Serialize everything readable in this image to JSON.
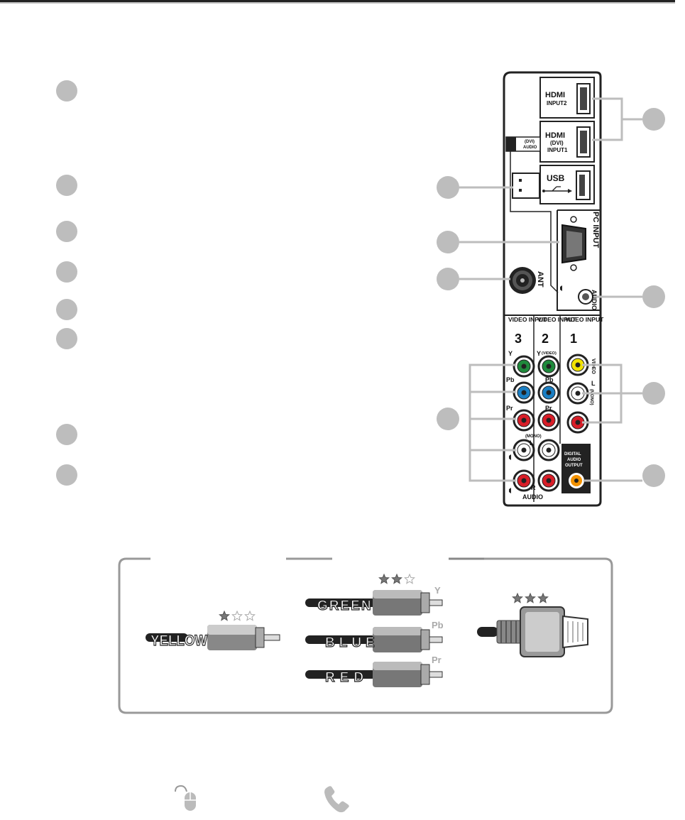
{
  "panel": {
    "hdmi2": [
      "HDMI",
      "INPUT2"
    ],
    "hdmi1": [
      "HDMI",
      "(DVI)",
      "INPUT1"
    ],
    "dvi_audio": [
      "(DVI)",
      "AUDIO"
    ],
    "usb": "USB",
    "pc_input": "PC INPUT",
    "ant": "ANT",
    "audio_pc": "AUDIO",
    "video_input": "VIDEO INPUT",
    "input_numbers": [
      "3",
      "2",
      "1"
    ],
    "comp_labels": [
      "Y",
      "Pb",
      "Pr"
    ],
    "y_video": "(VIDEO)",
    "mono": "(MONO)",
    "L": "L",
    "R": "R",
    "audio": "AUDIO",
    "video1": "VIDEO",
    "mono1": "(MONO)",
    "digital_audio": [
      "DIGITAL",
      "AUDIO",
      "OUTPUT"
    ]
  },
  "cables": {
    "composite": {
      "label": "YELLOW",
      "stars": 1
    },
    "component": {
      "labels": [
        "GREEN",
        "BLUE",
        "RED"
      ],
      "ports": [
        "Y",
        "Pb",
        "Pr"
      ],
      "stars": 2
    },
    "hdmi": {
      "stars": 3
    }
  },
  "icons": [
    "mouse-icon",
    "phone-icon"
  ],
  "colors": {
    "green": "#1f8a3c",
    "blue": "#1b7fc4",
    "red": "#d81e28",
    "yellow": "#f2e300",
    "orange": "#f39200",
    "callout": "#bdbdbd"
  }
}
